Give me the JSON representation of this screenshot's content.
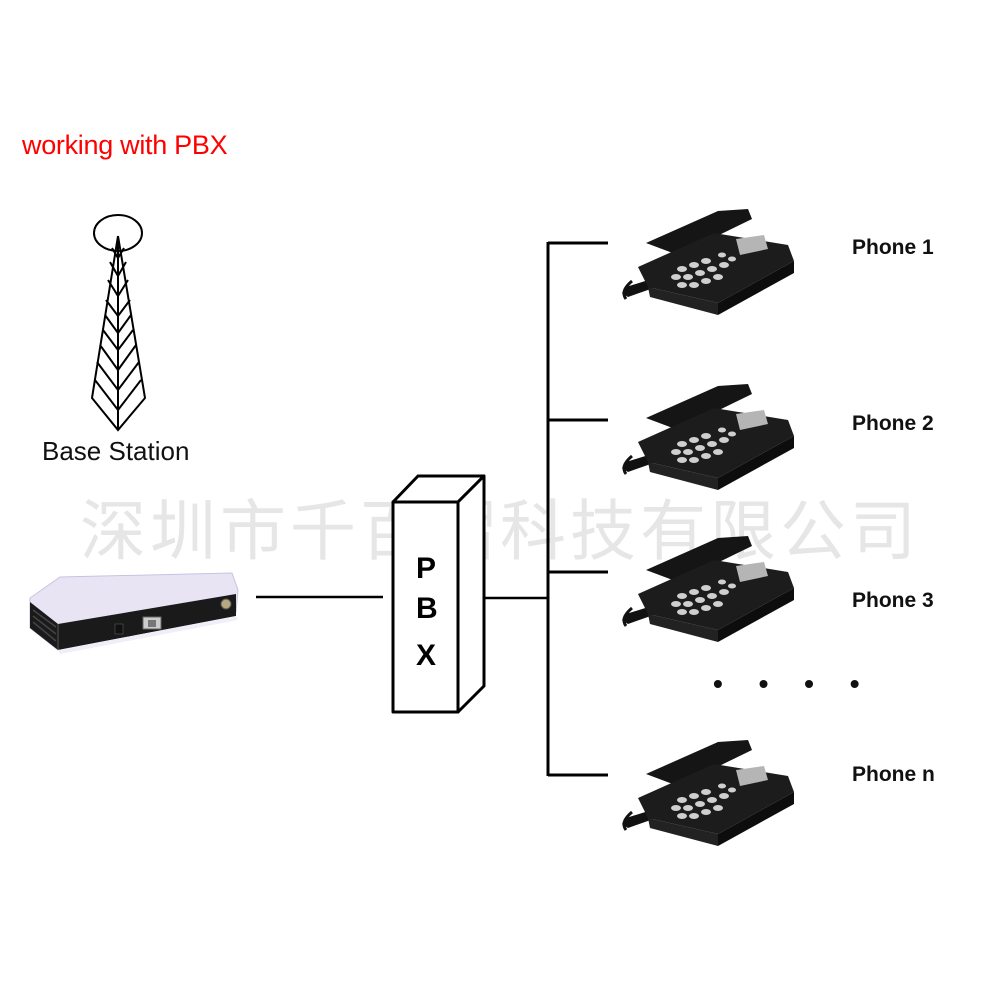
{
  "title": "working with PBX",
  "base_station": {
    "label": "Base Station",
    "icon": "antenna-tower-icon"
  },
  "gateway": {
    "icon": "fixed-wireless-terminal-icon"
  },
  "pbx": {
    "letters": [
      "P",
      "B",
      "X"
    ]
  },
  "phones": [
    {
      "label": "Phone 1",
      "icon": "desk-phone-icon"
    },
    {
      "label": "Phone 2",
      "icon": "desk-phone-icon"
    },
    {
      "label": "Phone 3",
      "icon": "desk-phone-icon"
    },
    {
      "label": "Phone n",
      "icon": "desk-phone-icon"
    }
  ],
  "ellipsis": "• • • •",
  "watermark": "深圳市千百熠科技有限公司",
  "colors": {
    "title": "#ff0000",
    "line": "#000000",
    "watermark": "#e6e6e6",
    "gateway_body": "#e8e4f4"
  }
}
